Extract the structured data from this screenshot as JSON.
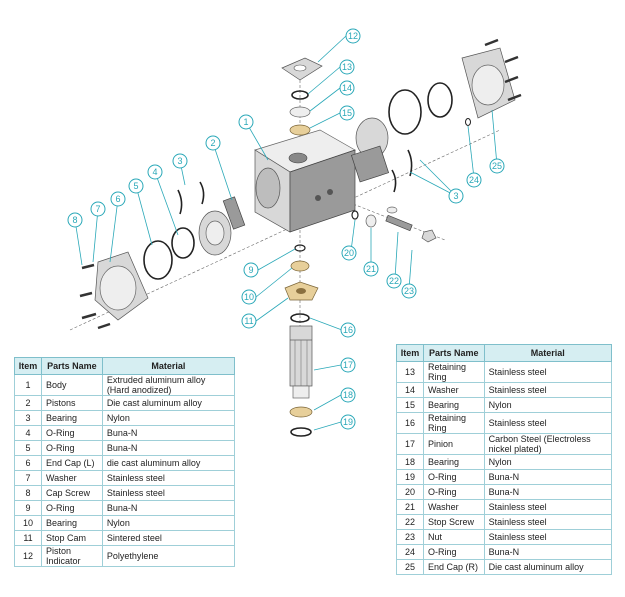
{
  "callouts": [
    "1",
    "2",
    "3",
    "3",
    "4",
    "5",
    "6",
    "7",
    "8",
    "9",
    "10",
    "11",
    "12",
    "13",
    "14",
    "15",
    "16",
    "17",
    "18",
    "19",
    "20",
    "21",
    "22",
    "23",
    "24",
    "25"
  ],
  "table_left": {
    "headers": [
      "Item",
      "Parts Name",
      "Material"
    ],
    "rows": [
      {
        "item": "1",
        "name": "Body",
        "material": "Extruded aluminum alloy (Hard anodized)"
      },
      {
        "item": "2",
        "name": "Pistons",
        "material": "Die cast aluminum alloy"
      },
      {
        "item": "3",
        "name": "Bearing",
        "material": "Nylon"
      },
      {
        "item": "4",
        "name": "O-Ring",
        "material": "Buna-N"
      },
      {
        "item": "5",
        "name": "O-Ring",
        "material": "Buna-N"
      },
      {
        "item": "6",
        "name": "End Cap (L)",
        "material": "die cast aluminum alloy"
      },
      {
        "item": "7",
        "name": "Washer",
        "material": "Stainless steel"
      },
      {
        "item": "8",
        "name": "Cap Screw",
        "material": "Stainless steel"
      },
      {
        "item": "9",
        "name": "O-Ring",
        "material": "Buna-N"
      },
      {
        "item": "10",
        "name": "Bearing",
        "material": "Nylon"
      },
      {
        "item": "11",
        "name": "Stop Cam",
        "material": "Sintered steel"
      },
      {
        "item": "12",
        "name": "Piston Indicator",
        "material": "Polyethylene"
      }
    ]
  },
  "table_right": {
    "headers": [
      "Item",
      "Parts Name",
      "Material"
    ],
    "rows": [
      {
        "item": "13",
        "name": "Retaining Ring",
        "material": "Stainless steel"
      },
      {
        "item": "14",
        "name": "Washer",
        "material": "Stainless steel"
      },
      {
        "item": "15",
        "name": "Bearing",
        "material": "Nylon"
      },
      {
        "item": "16",
        "name": "Retaining Ring",
        "material": "Stainless steel"
      },
      {
        "item": "17",
        "name": "Pinion",
        "material": "Carbon Steel (Electroless nickel plated)"
      },
      {
        "item": "18",
        "name": "Bearing",
        "material": "Nylon"
      },
      {
        "item": "19",
        "name": "O-Ring",
        "material": "Buna-N"
      },
      {
        "item": "20",
        "name": "O-Ring",
        "material": "Buna-N"
      },
      {
        "item": "21",
        "name": "Washer",
        "material": "Stainless steel"
      },
      {
        "item": "22",
        "name": "Stop Screw",
        "material": "Stainless steel"
      },
      {
        "item": "23",
        "name": "Nut",
        "material": "Stainless steel"
      },
      {
        "item": "24",
        "name": "O-Ring",
        "material": "Buna-N"
      },
      {
        "item": "25",
        "name": "End Cap (R)",
        "material": "Die cast aluminum alloy"
      }
    ]
  }
}
